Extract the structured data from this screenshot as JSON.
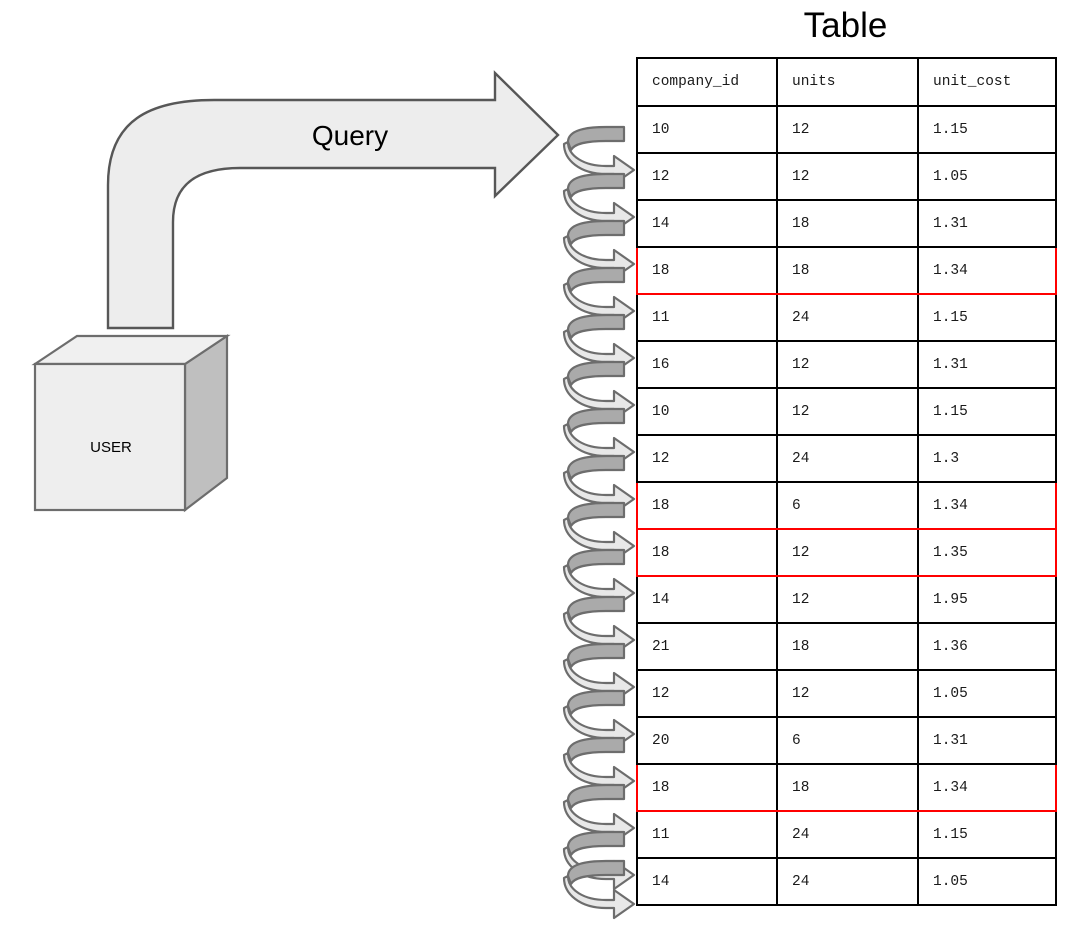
{
  "title": "Table",
  "flow": {
    "query_label": "Query",
    "user_label": "USER",
    "arrow_icon_name": "curved-query-arrow",
    "loop_icon_name": "loop-arrow",
    "loop_count": 17
  },
  "colors": {
    "shape_fill": "#ededed",
    "shape_stroke": "#575757",
    "cube_side_fill": "#bfbfbf",
    "cube_top_fill": "#f0f0f0",
    "loop_top_fill": "#aaaaaa",
    "loop_bottom_fill": "#e8e8e8",
    "loop_stroke": "#6d6d6d",
    "table_border": "#000000",
    "highlight": "#ff0000",
    "text": "#000000"
  },
  "chart_data": {
    "type": "table",
    "title": "Table",
    "columns": [
      "company_id",
      "units",
      "unit_cost"
    ],
    "rows": [
      [
        "10",
        "12",
        "1.15"
      ],
      [
        "12",
        "12",
        "1.05"
      ],
      [
        "14",
        "18",
        "1.31"
      ],
      [
        "18",
        "18",
        "1.34"
      ],
      [
        "11",
        "24",
        "1.15"
      ],
      [
        "16",
        "12",
        "1.31"
      ],
      [
        "10",
        "12",
        "1.15"
      ],
      [
        "12",
        "24",
        "1.3"
      ],
      [
        "18",
        "6",
        "1.34"
      ],
      [
        "18",
        "12",
        "1.35"
      ],
      [
        "14",
        "12",
        "1.95"
      ],
      [
        "21",
        "18",
        "1.36"
      ],
      [
        "12",
        "12",
        "1.05"
      ],
      [
        "20",
        "6",
        "1.31"
      ],
      [
        "18",
        "18",
        "1.34"
      ],
      [
        "11",
        "24",
        "1.15"
      ],
      [
        "14",
        "24",
        "1.05"
      ]
    ],
    "highlighted_rows": [
      3,
      8,
      9,
      14
    ],
    "highlight_color": "#ff0000"
  }
}
